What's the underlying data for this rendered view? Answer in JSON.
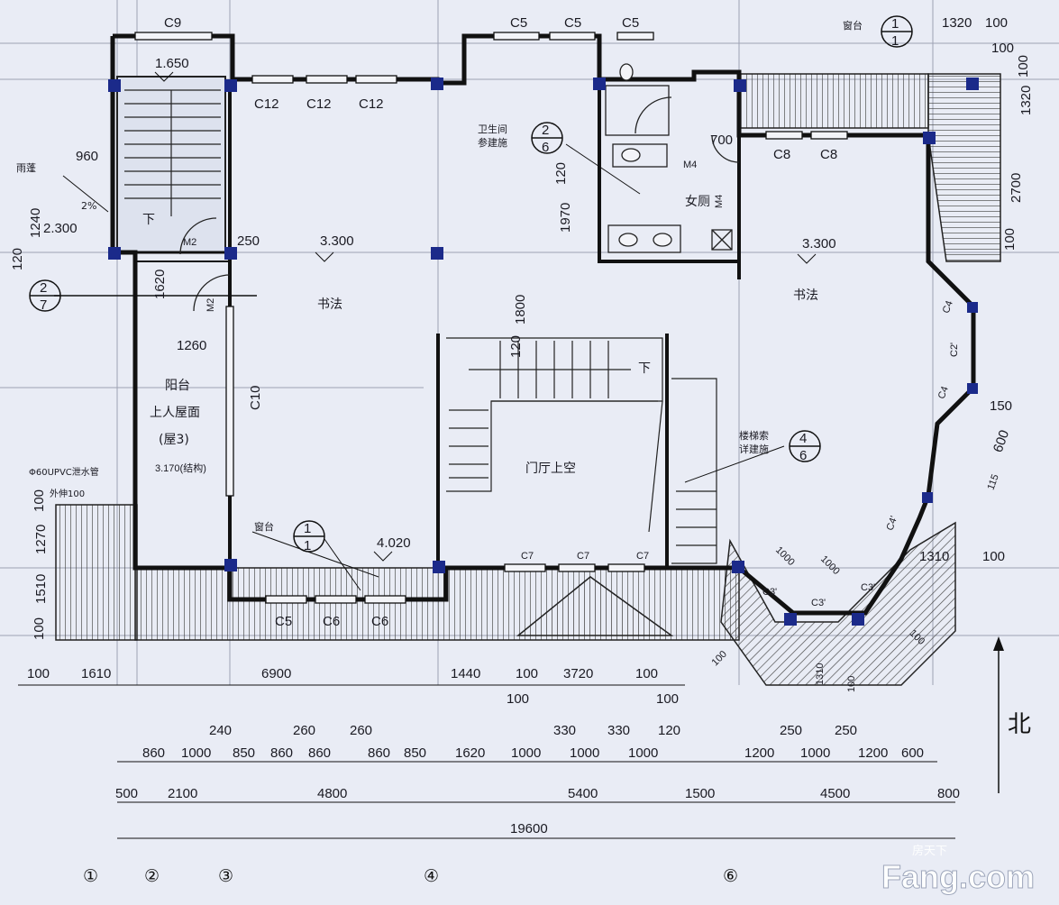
{
  "levels": {
    "stair": "1.650",
    "rainshed": "2.300",
    "left_room": "3.300",
    "right_room": "3.300",
    "balcony": "3.170(结构)",
    "terrace": "4.020"
  },
  "rooms": {
    "study_left": "书法",
    "study_right": "书法",
    "void": "门厅上空",
    "wc": "女厕",
    "balcony_line1": "阳台",
    "balcony_line2": "上人屋面",
    "balcony_line3": "(屋3)"
  },
  "notes": {
    "rainshed": "雨蓬",
    "slope": "2%",
    "toilet_ref": "卫生间",
    "toilet_ref2": "参建施",
    "stair_ref": "楼梯索",
    "stair_ref2": "详建施",
    "sill_left": "窗台",
    "sill_right": "窗台",
    "pipe": "Φ60UPVC泄水管",
    "pipe2": "外伸100",
    "down1": "下",
    "down2": "下"
  },
  "callouts": [
    {
      "num": "1",
      "den": "1"
    },
    {
      "num": "2",
      "den": "6"
    },
    {
      "num": "2",
      "den": "7"
    },
    {
      "num": "4",
      "den": "6"
    },
    {
      "num": "1",
      "den": "1"
    }
  ],
  "windows": {
    "c9": "C9",
    "c5a": "C5",
    "c5b": "C5",
    "c5c": "C5",
    "c12a": "C12",
    "c12b": "C12",
    "c12c": "C12",
    "c8a": "C8",
    "c8b": "C8",
    "c10": "C10",
    "c4a": "C4",
    "c4b": "C4",
    "c2": "C2'",
    "c4c": "C4'",
    "c3a": "C3'",
    "c3b": "C3'",
    "c3c": "C3'",
    "c5d": "C5",
    "c6a": "C6",
    "c6b": "C6",
    "c7a": "C7",
    "c7b": "C7",
    "c7c": "C7",
    "m2a": "M2",
    "m2b": "M2",
    "m4a": "M4",
    "m4b": "M4"
  },
  "dims": {
    "top": [
      "1320",
      "100",
      "100",
      "1320",
      "100",
      "2700",
      "100"
    ],
    "left": [
      "960",
      "120",
      "1240",
      "1620",
      "1260",
      "100",
      "1270",
      "1510",
      "100"
    ],
    "inner": [
      "250",
      "700",
      "1970",
      "120",
      "1800",
      "120",
      "1000",
      "1000",
      "150",
      "600",
      "115"
    ],
    "right": [
      "1310",
      "100",
      "100",
      "1310",
      "100",
      "100"
    ],
    "row1": [
      "100",
      "1610",
      "6900",
      "1440",
      "100",
      "3720",
      "100",
      "100",
      "100"
    ],
    "row2": [
      "240",
      "260",
      "260",
      "330",
      "330",
      "120",
      "250",
      "250"
    ],
    "row3": [
      "860",
      "1000",
      "850",
      "860",
      "860",
      "860",
      "850",
      "1620",
      "1000",
      "1000",
      "1000",
      "1200",
      "1000",
      "1200",
      "600"
    ],
    "row4": [
      "500",
      "2100",
      "4800",
      "5400",
      "1500",
      "4500",
      "800"
    ],
    "total": "19600"
  },
  "axes": [
    "①",
    "②",
    "③",
    "④",
    "⑥"
  ],
  "north": "北",
  "watermark": {
    "brand": "Fang.com",
    "tag": "房天下"
  }
}
